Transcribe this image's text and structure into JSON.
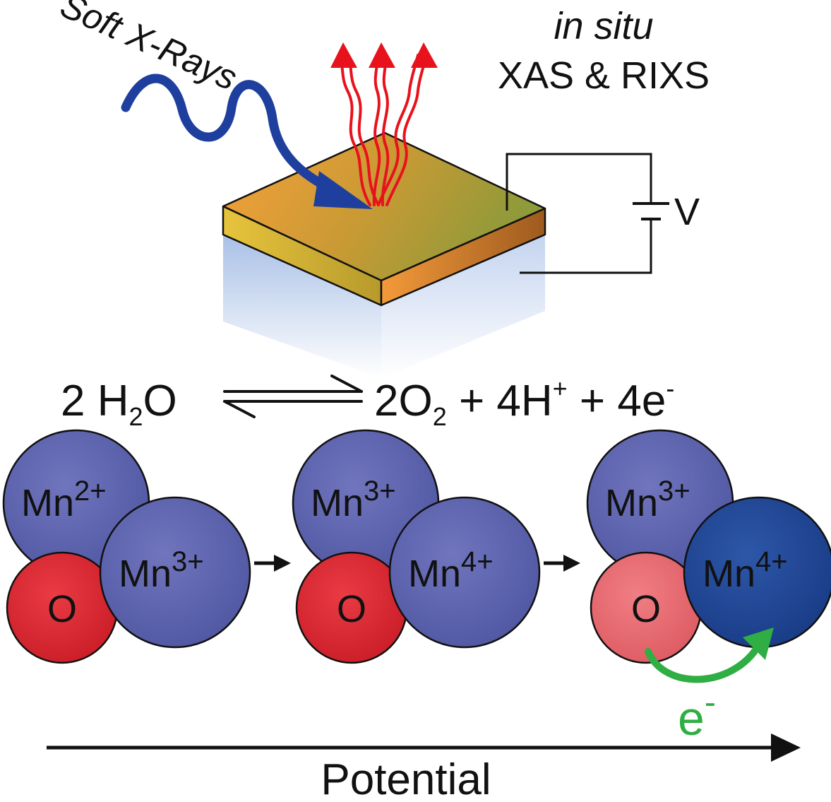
{
  "header": {
    "soft_xrays": "Soft X-Rays",
    "in_situ": "in situ",
    "technique": "XAS & RIXS"
  },
  "circuit": {
    "voltage_label": "V"
  },
  "equation": {
    "lhs_coef": "2 H",
    "lhs_sub": "2",
    "lhs_tail": "O",
    "rhs_o2": "2O",
    "rhs_o2_sub": "2",
    "rhs_plus1": " + 4H",
    "rhs_h_sup": "+",
    "rhs_plus2": " + 4e",
    "rhs_e_sup": "-"
  },
  "stages": [
    {
      "mn_top": {
        "base": "Mn",
        "sup": "2+"
      },
      "mn_right": {
        "base": "Mn",
        "sup": "3+"
      },
      "oxygen": "O"
    },
    {
      "mn_top": {
        "base": "Mn",
        "sup": "3+"
      },
      "mn_right": {
        "base": "Mn",
        "sup": "4+"
      },
      "oxygen": "O"
    },
    {
      "mn_top": {
        "base": "Mn",
        "sup": "3+"
      },
      "mn_right": {
        "base": "Mn",
        "sup": "4+"
      },
      "oxygen": "O",
      "electron": {
        "base": "e",
        "sup": "-"
      }
    }
  ],
  "axis": {
    "label": "Potential"
  },
  "colors": {
    "xray_blue": "#1f3f9e",
    "emission_red": "#e8121c",
    "mn_purple": "#5b62ad",
    "mn_dark_blue": "#1f4594",
    "oxygen_red": "#d9232d",
    "oxygen_pink": "#e86c72",
    "electron_green": "#2fae43",
    "film_orange": "#f0952e",
    "film_olive": "#9aa43a",
    "substrate_blue": "#b6c9e9"
  }
}
